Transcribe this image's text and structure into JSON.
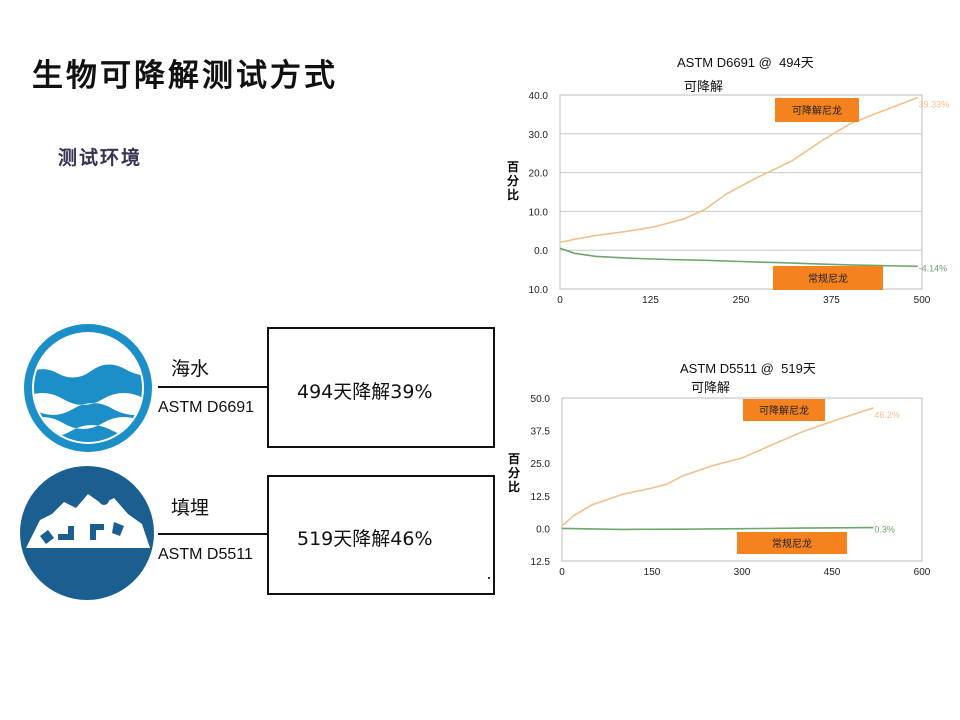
{
  "page": {
    "title": "生物可降解测试方式",
    "subtitle": "测试环境"
  },
  "environments": [
    {
      "name": "海水",
      "standard": "ASTM D6691",
      "result": "494天降解39%",
      "icon": "ocean-waves-icon"
    },
    {
      "name": "填埋",
      "standard": "ASTM D5511",
      "result": "519天降解46%",
      "icon": "landfill-icon"
    }
  ],
  "colors": {
    "icon_blue": "#1c8fc9",
    "icon_dark_blue": "#1a5f8f",
    "degradable_line": "#f2c08c",
    "conventional_line": "#6fa66f",
    "label_box": "#f4821f",
    "grid": "#c8c8c8"
  },
  "chart_data": [
    {
      "type": "line",
      "title": "ASTM D6691 @",
      "title_days": "494天",
      "subtitle": "可降解",
      "ylabel": "百分比",
      "xlim": [
        0,
        500
      ],
      "ylim": [
        -10,
        40
      ],
      "x_ticks": [
        0,
        125,
        250,
        375,
        500
      ],
      "y_ticks": [
        40,
        30,
        20,
        10,
        0,
        -10
      ],
      "y_tick_labels": [
        "40.0",
        "30.0",
        "20.0",
        "10.0",
        "0.0",
        "10.0"
      ],
      "x_tick_labels": [
        "0",
        "125",
        "250",
        "375",
        "500"
      ],
      "grid": true,
      "series": [
        {
          "name": "可降解尼龙",
          "end_label": "39.33%",
          "color_key": "degradable_line",
          "x": [
            0,
            20,
            50,
            90,
            130,
            170,
            200,
            230,
            270,
            320,
            360,
            400,
            440,
            494
          ],
          "y": [
            2,
            2.8,
            3.8,
            4.8,
            6,
            8,
            10.5,
            14.5,
            18.5,
            23,
            28,
            32.5,
            35.5,
            39.33
          ]
        },
        {
          "name": "常规尼龙",
          "end_label": "-4.14%",
          "color_key": "conventional_line",
          "x": [
            0,
            20,
            50,
            100,
            150,
            200,
            250,
            300,
            350,
            400,
            450,
            494
          ],
          "y": [
            0.5,
            -0.8,
            -1.6,
            -2.1,
            -2.4,
            -2.6,
            -2.9,
            -3.2,
            -3.5,
            -3.8,
            -4.0,
            -4.14
          ]
        }
      ]
    },
    {
      "type": "line",
      "title": "ASTM D5511 @",
      "title_days": "519天",
      "subtitle": "可降解",
      "ylabel": "百分比",
      "xlim": [
        0,
        600
      ],
      "ylim": [
        -12.5,
        50
      ],
      "x_ticks": [
        0,
        150,
        300,
        450,
        600
      ],
      "y_ticks": [
        50,
        37.5,
        25,
        12.5,
        0,
        -12.5
      ],
      "y_tick_labels": [
        "50.0",
        "37.5",
        "25.0",
        "12.5",
        "0.0",
        "12.5"
      ],
      "x_tick_labels": [
        "0",
        "150",
        "300",
        "450",
        "600"
      ],
      "grid": false,
      "series": [
        {
          "name": "可降解尼龙",
          "end_label": "46.2%",
          "color_key": "degradable_line",
          "x": [
            0,
            20,
            50,
            100,
            150,
            175,
            200,
            250,
            300,
            350,
            400,
            450,
            519
          ],
          "y": [
            1,
            5,
            9,
            13,
            15.5,
            17,
            20,
            24,
            27,
            32,
            37,
            41,
            46.2
          ]
        },
        {
          "name": "常规尼龙",
          "end_label": "0.3%",
          "color_key": "conventional_line",
          "x": [
            0,
            100,
            200,
            300,
            400,
            519
          ],
          "y": [
            0,
            -0.4,
            -0.3,
            -0.1,
            0.1,
            0.3
          ]
        }
      ]
    }
  ]
}
